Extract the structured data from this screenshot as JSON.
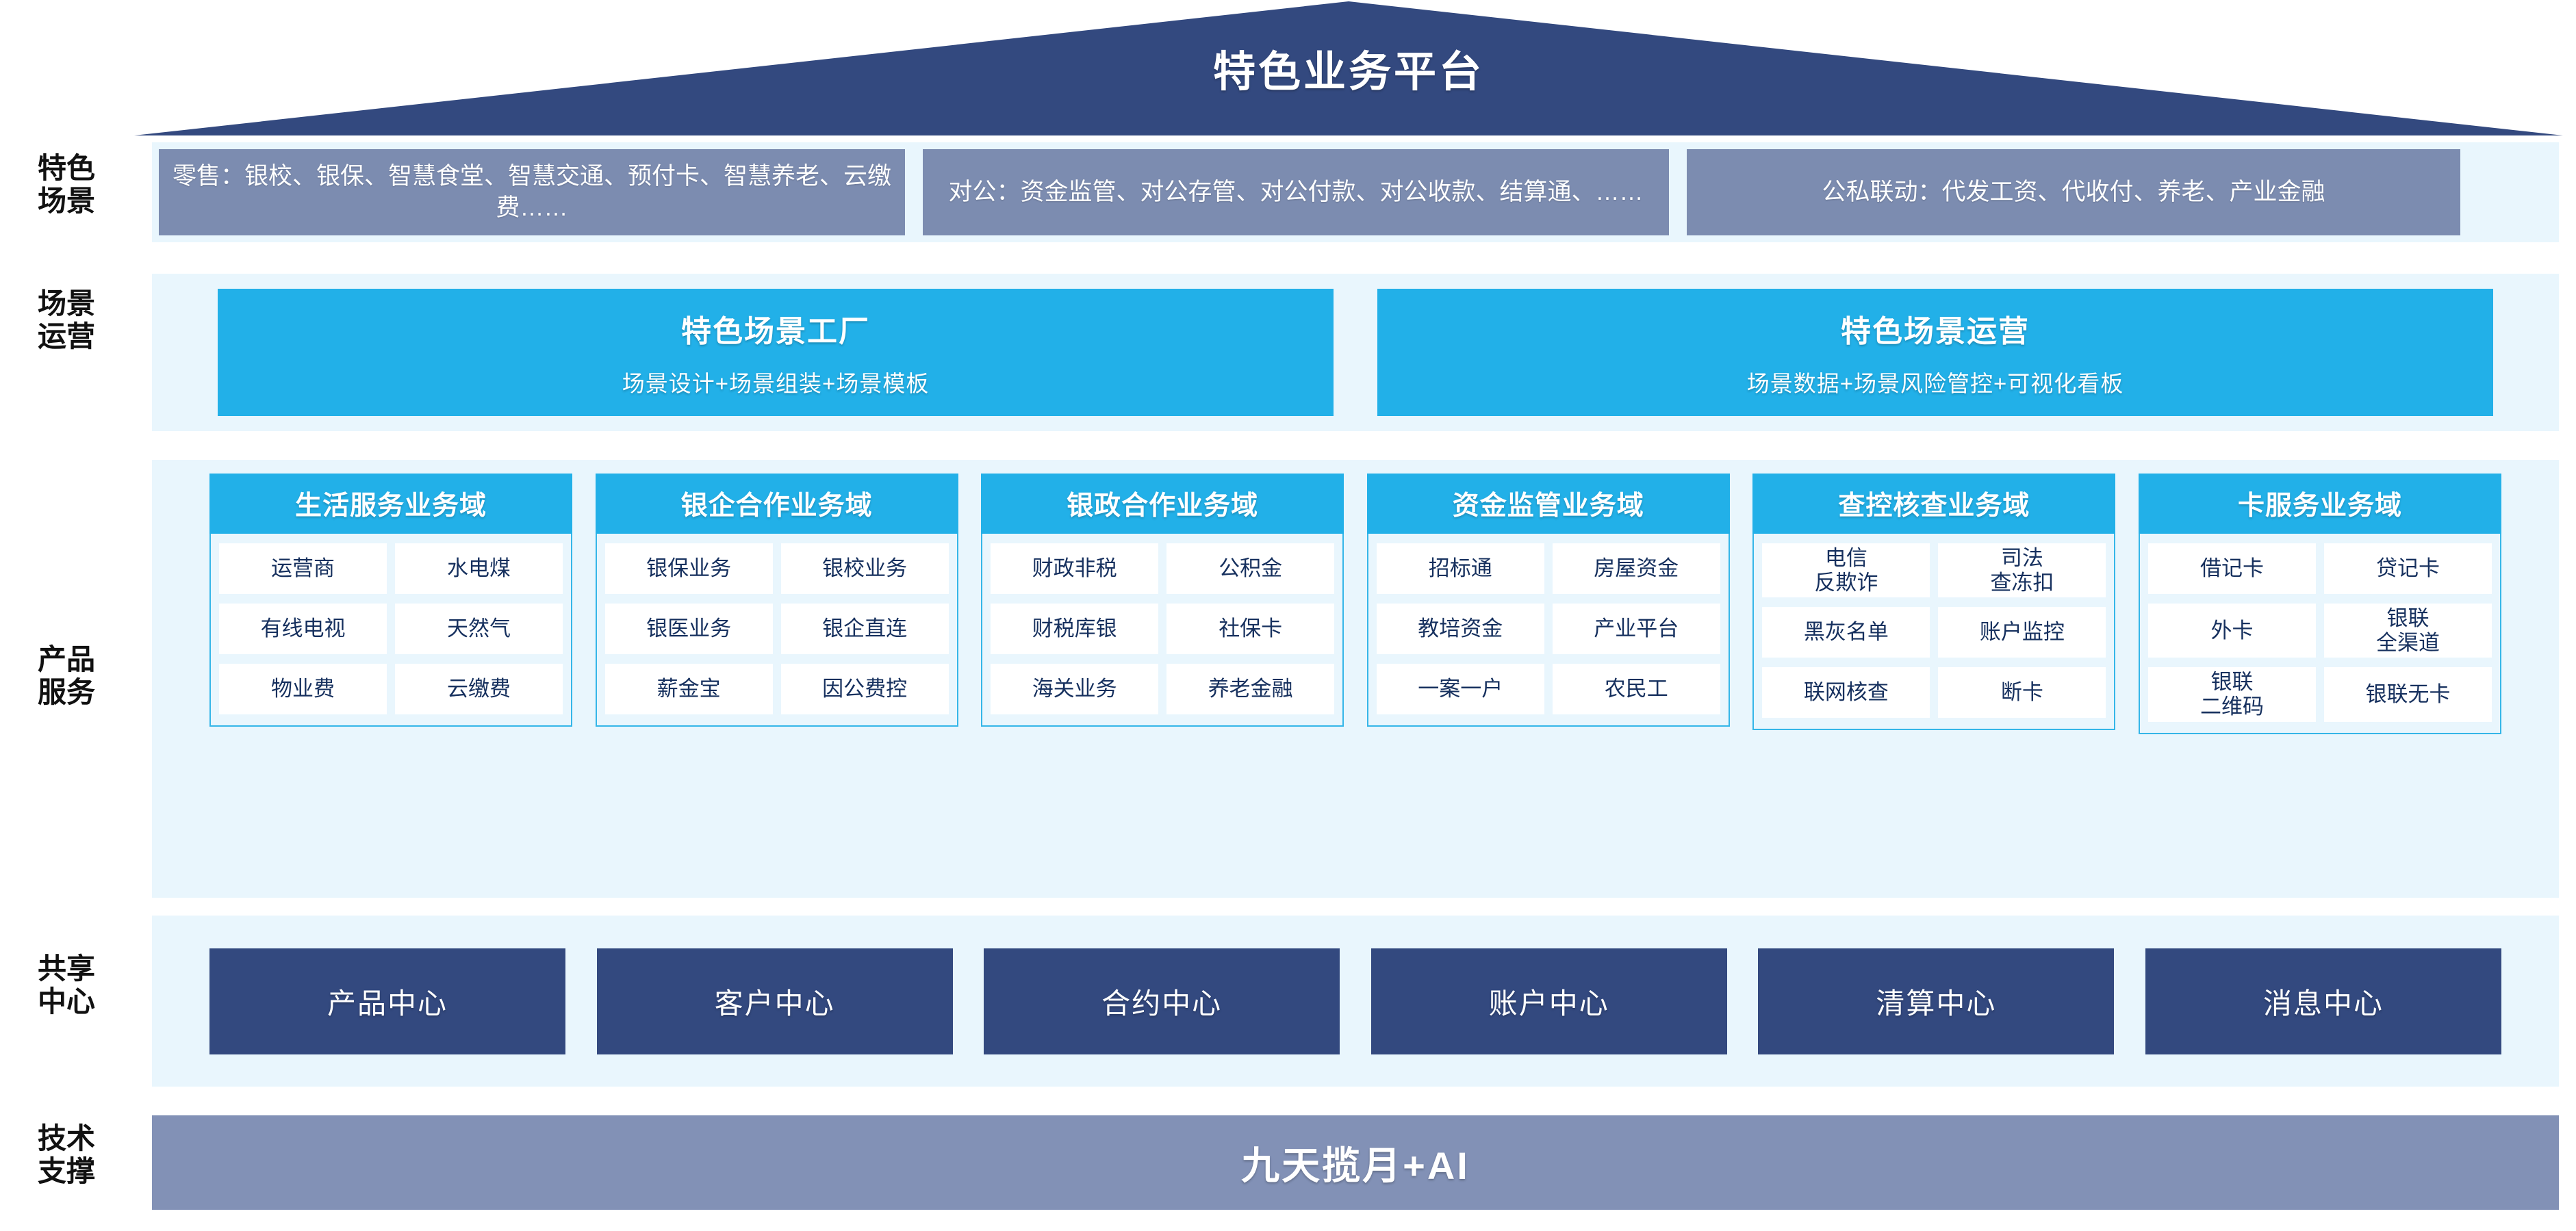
{
  "header": {
    "title": "特色业务平台"
  },
  "row_labels": {
    "scenarios": "特色\n场景",
    "scenarios_l1": "特色",
    "scenarios_l2": "场景",
    "operations_l1": "场景",
    "operations_l2": "运营",
    "products_l1": "产品",
    "products_l2": "服务",
    "shared_l1": "共享",
    "shared_l2": "中心",
    "tech_l1": "技术",
    "tech_l2": "支撑"
  },
  "scenarios": {
    "boxes": [
      {
        "text": "零售：银校、银保、智慧食堂、智慧交通、预付卡、智慧养老、云缴费……"
      },
      {
        "text": "对公：资金监管、对公存管、对公付款、对公收款、结算通、……"
      },
      {
        "text": "公私联动：代发工资、代收付、养老、产业金融"
      }
    ]
  },
  "operations": {
    "boxes": [
      {
        "title": "特色场景工厂",
        "subtitle": "场景设计+场景组装+场景模板"
      },
      {
        "title": "特色场景运营",
        "subtitle": "场景数据+场景风险管控+可视化看板"
      }
    ]
  },
  "product_services": {
    "domains": [
      {
        "title": "生活服务业务域",
        "rows": [
          [
            "运营商",
            "水电煤"
          ],
          [
            "有线电视",
            "天然气"
          ],
          [
            "物业费",
            "云缴费"
          ]
        ]
      },
      {
        "title": "银企合作业务域",
        "rows": [
          [
            "银保业务",
            "银校业务"
          ],
          [
            "银医业务",
            "银企直连"
          ],
          [
            "薪金宝",
            "因公费控"
          ]
        ]
      },
      {
        "title": "银政合作业务域",
        "rows": [
          [
            "财政非税",
            "公积金"
          ],
          [
            "财税库银",
            "社保卡"
          ],
          [
            "海关业务",
            "养老金融"
          ]
        ]
      },
      {
        "title": "资金监管业务域",
        "rows": [
          [
            "招标通",
            "房屋资金"
          ],
          [
            "教培资金",
            "产业平台"
          ],
          [
            "一案一户",
            "农民工"
          ]
        ]
      },
      {
        "title": "查控核查业务域",
        "rows": [
          [
            "电信\n反欺诈",
            "司法\n查冻扣"
          ],
          [
            "黑灰名单",
            "账户监控"
          ],
          [
            "联网核查",
            "断卡"
          ]
        ]
      },
      {
        "title": "卡服务业务域",
        "rows": [
          [
            "借记卡",
            "贷记卡"
          ],
          [
            "外卡",
            "银联\n全渠道"
          ],
          [
            "银联\n二维码",
            "银联无卡"
          ]
        ]
      }
    ]
  },
  "shared_centers": {
    "boxes": [
      "产品中心",
      "客户中心",
      "合约中心",
      "账户中心",
      "清算中心",
      "消息中心"
    ]
  },
  "tech_support": {
    "label": "九天揽月+AI"
  },
  "colors": {
    "roof_navy": "#33497f",
    "panel_bg": "#e9f6fd",
    "scenario_slate": "#7c8cb0",
    "cyan": "#22b0e8",
    "cyan_border": "#35b6e8",
    "center_navy": "#33497f",
    "tech_blue_gray": "#8291b6",
    "cell_text": "#16305e"
  }
}
